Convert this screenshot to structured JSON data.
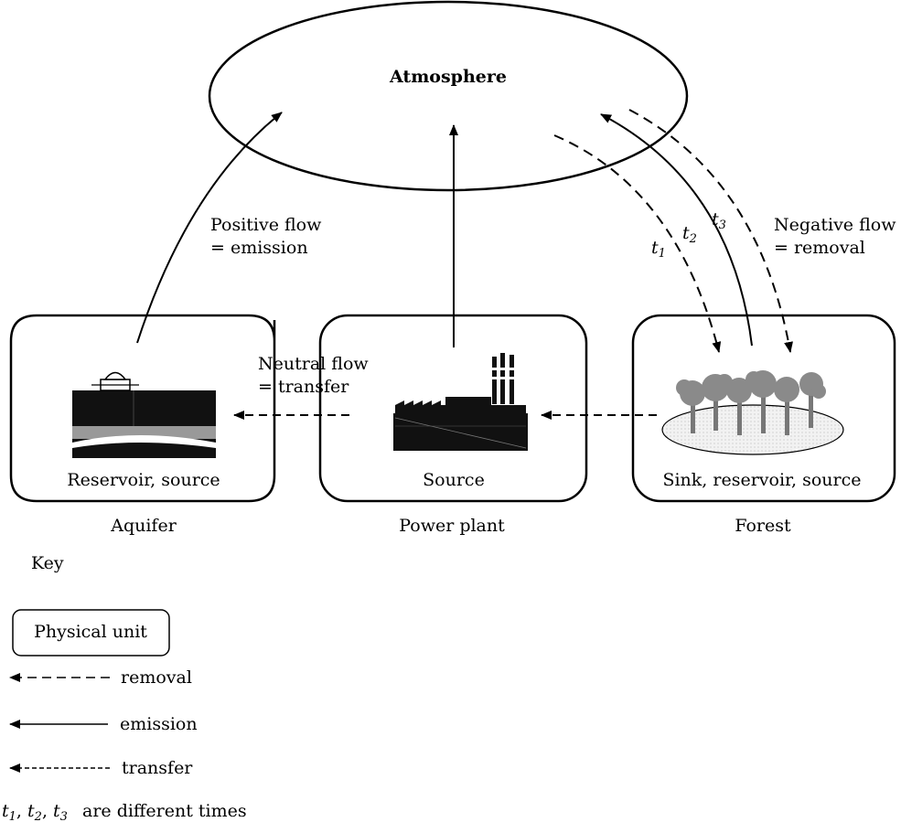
{
  "atmosphere": {
    "label": "Atmosphere"
  },
  "flows": {
    "positive_line1": "Positive flow",
    "positive_line2": "= emission",
    "neutral_line1": "Neutral flow",
    "neutral_line2": "= transfer",
    "negative_line1": "Negative flow",
    "negative_line2": "= removal"
  },
  "times": {
    "t1": "t",
    "t1_sub": "1",
    "t2": "t",
    "t2_sub": "2",
    "t3": "t",
    "t3_sub": "3"
  },
  "units": [
    {
      "role": "Reservoir, source",
      "name": "Aquifer"
    },
    {
      "role": "Source",
      "name": "Power plant"
    },
    {
      "role": "Sink, reservoir, source",
      "name": "Forest"
    }
  ],
  "key": {
    "title": "Key",
    "physical_unit": "Physical unit",
    "removal": "removal",
    "emission": "emission",
    "transfer": "transfer",
    "times_note": "are different times"
  }
}
